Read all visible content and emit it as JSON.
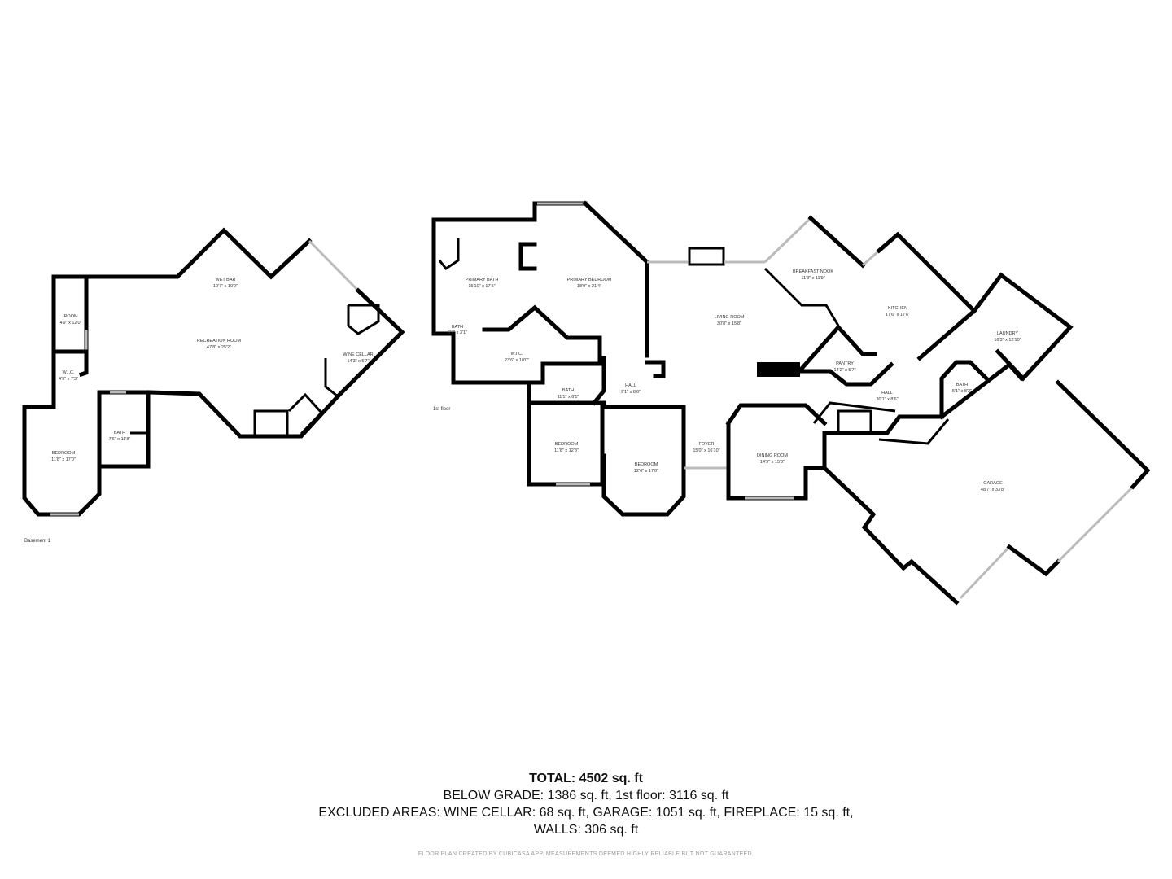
{
  "basement": {
    "label": "Basement 1",
    "rooms": [
      {
        "name": "WET BAR",
        "dims": "10'7\" x 10'9\""
      },
      {
        "name": "RECREATION ROOM",
        "dims": "47'8\" x 25'2\""
      },
      {
        "name": "ROOM",
        "dims": "4'9\" x 12'0\""
      },
      {
        "name": "W.I.C.",
        "dims": "4'9\" x 7'3\""
      },
      {
        "name": "WINE CELLAR",
        "dims": "14'3\" x 5'7\""
      },
      {
        "name": "BATH",
        "dims": "7'6\" x 11'8\""
      },
      {
        "name": "BEDROOM",
        "dims": "11'8\" x 17'0\""
      }
    ]
  },
  "first_floor": {
    "label": "1st floor",
    "rooms": [
      {
        "name": "PRIMARY BATH",
        "dims": "15'10\" x 17'5\""
      },
      {
        "name": "PRIMARY BEDROOM",
        "dims": "18'9\" x 21'4\""
      },
      {
        "name": "BATH",
        "dims": "6'7\" x 3'1\""
      },
      {
        "name": "W.I.C.",
        "dims": "23'6\" x 10'0\""
      },
      {
        "name": "BATH",
        "dims": "11'1\" x 6'1\""
      },
      {
        "name": "HALL",
        "dims": "9'1\" x 8'6\""
      },
      {
        "name": "BEDROOM",
        "dims": "11'8\" x 12'8\""
      },
      {
        "name": "BEDROOM",
        "dims": "12'6\" x 17'0\""
      },
      {
        "name": "LIVING ROOM",
        "dims": "30'8\" x 15'8\""
      },
      {
        "name": "FOYER",
        "dims": "15'0\" x 16'10\""
      },
      {
        "name": "DINING ROOM",
        "dims": "14'9\" x 15'3\""
      },
      {
        "name": "BREAKFAST NOOK",
        "dims": "11'3\" x 11'9\""
      },
      {
        "name": "KITCHEN",
        "dims": "17'6\" x 17'6\""
      },
      {
        "name": "PANTRY",
        "dims": "14'2\" x 5'7\""
      },
      {
        "name": "HALL",
        "dims": "30'1\" x 8'6\""
      },
      {
        "name": "LAUNDRY",
        "dims": "16'3\" x 12'10\""
      },
      {
        "name": "BATH",
        "dims": "5'1\" x 8'2\""
      },
      {
        "name": "GARAGE",
        "dims": "48'7\" x 33'8\""
      }
    ]
  },
  "summary": {
    "total": "TOTAL: 4502 sq. ft",
    "line1": "BELOW GRADE: 1386 sq. ft, 1st floor: 3116 sq. ft",
    "line2": "EXCLUDED AREAS: WINE CELLAR: 68 sq. ft, GARAGE: 1051 sq. ft, FIREPLACE: 15 sq. ft,",
    "line3": "WALLS: 306 sq. ft",
    "credit": "FLOOR PLAN CREATED BY CUBICASA APP. MEASUREMENTS DEEMED HIGHLY RELIABLE BUT NOT GUARANTEED."
  }
}
